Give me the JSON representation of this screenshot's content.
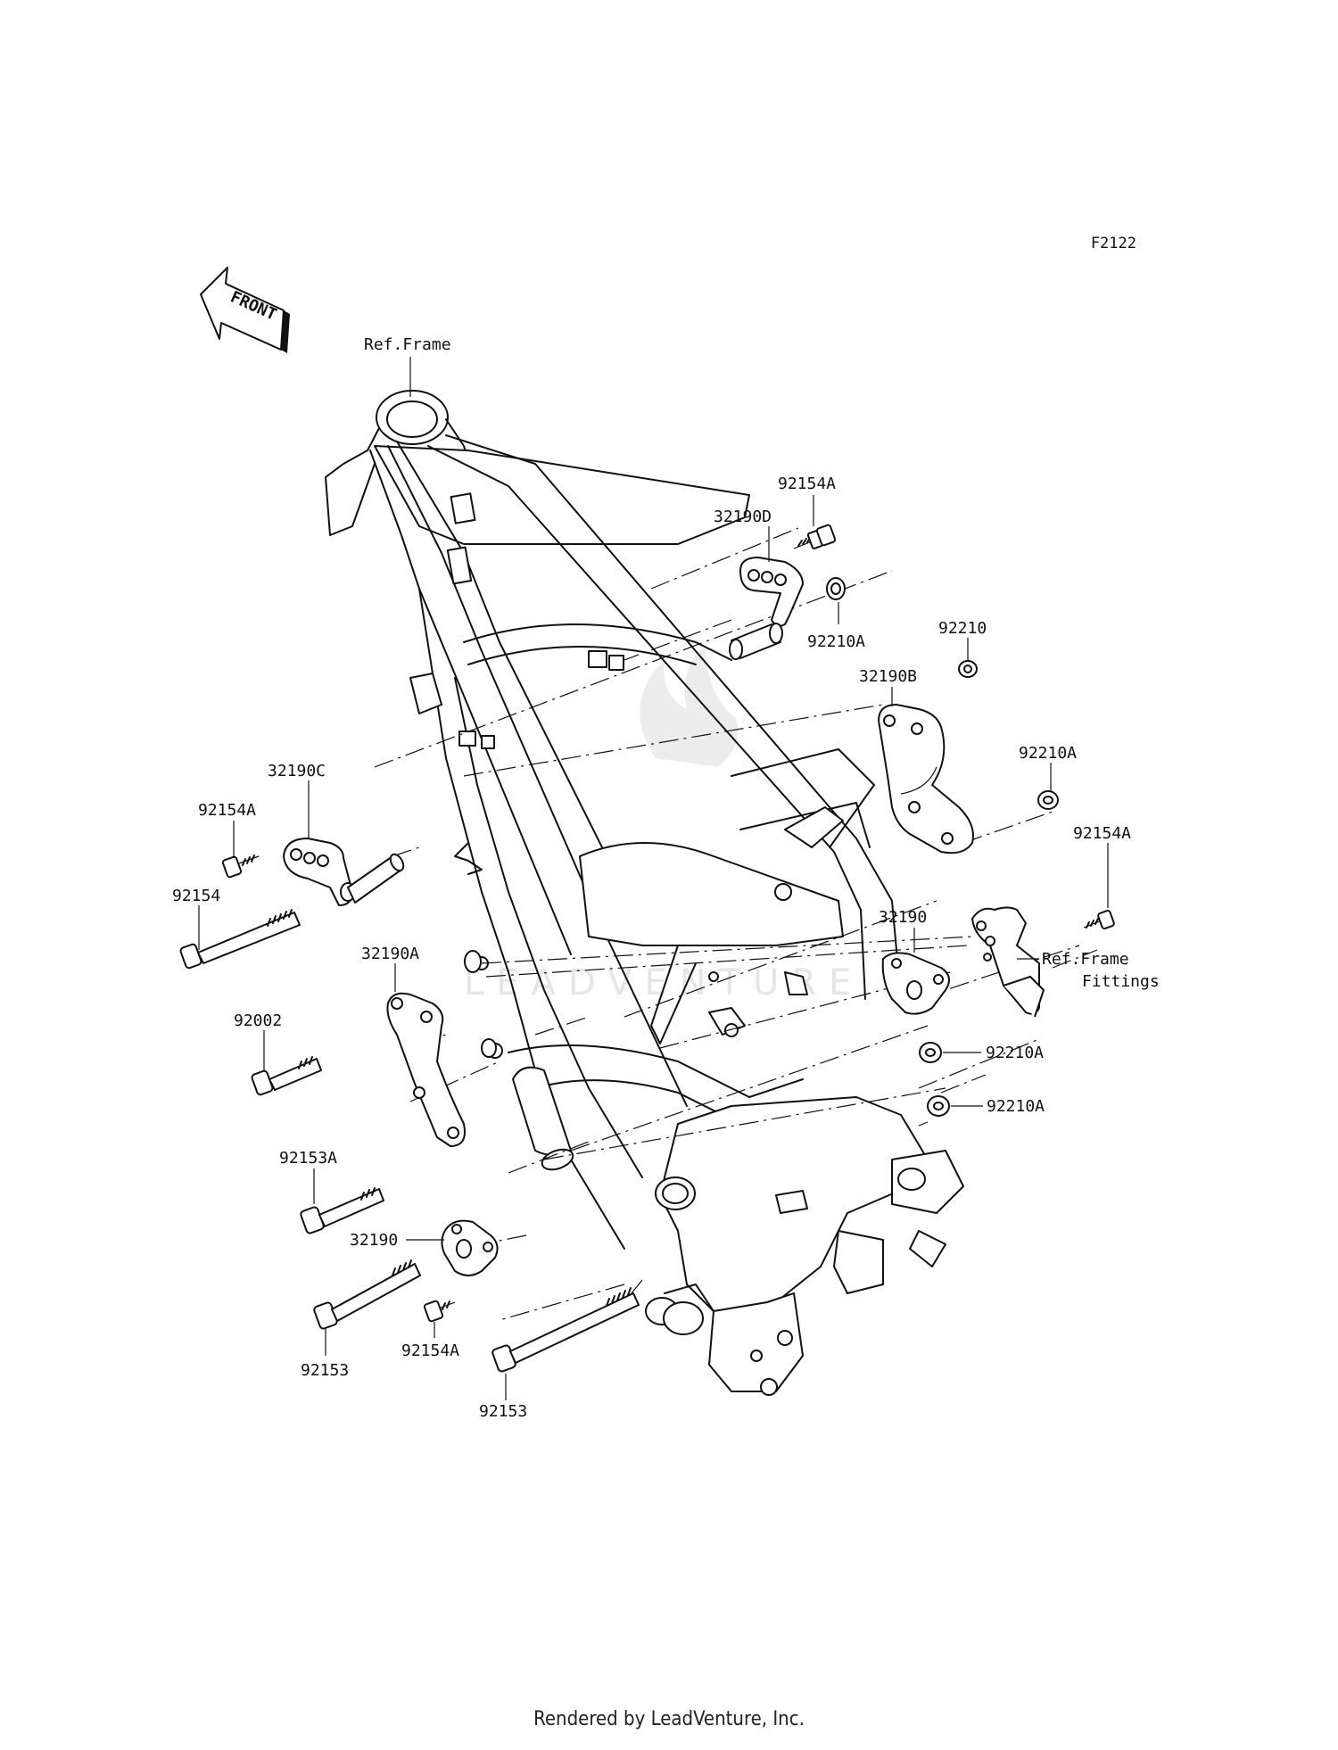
{
  "figure_code": "F2122",
  "front_label": "FRONT",
  "watermark": "LEADVENTURE",
  "footer": "Rendered by LeadVenture, Inc.",
  "ref_labels": {
    "frame": "Ref.Frame",
    "fittings_line1": "Ref.Frame",
    "fittings_line2": "Fittings"
  },
  "callouts": {
    "c92154A_top": "92154A",
    "c32190D": "32190D",
    "c92210A_top": "92210A",
    "c92210": "92210",
    "c32190B": "32190B",
    "c92210A_right": "92210A",
    "c92154A_right": "92154A",
    "c32190C": "32190C",
    "c92154A_left": "92154A",
    "c92154": "92154",
    "c32190_right": "32190",
    "c32190A": "32190A",
    "c92002": "92002",
    "c92210A_mid": "92210A",
    "c92210A_low": "92210A",
    "c92153A": "92153A",
    "c32190_left": "32190",
    "c92153_left": "92153",
    "c92154A_bottom": "92154A",
    "c92153_bottom": "92153"
  }
}
